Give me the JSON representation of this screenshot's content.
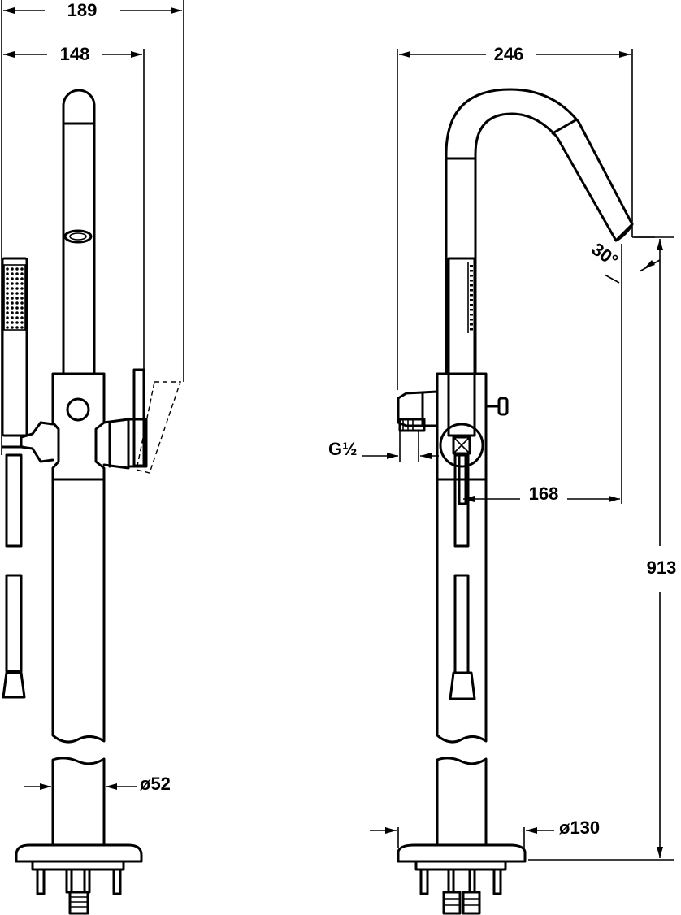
{
  "left_view": {
    "dim_overall_width": "189",
    "dim_spout_width": "148",
    "dim_pipe_diameter": "ø52"
  },
  "right_view": {
    "dim_spout_reach": "246",
    "dim_spout_angle": "30°",
    "dim_inlet_thread": "G½",
    "dim_handle_reach": "168",
    "dim_total_height": "913",
    "dim_base_diameter": "ø130"
  }
}
